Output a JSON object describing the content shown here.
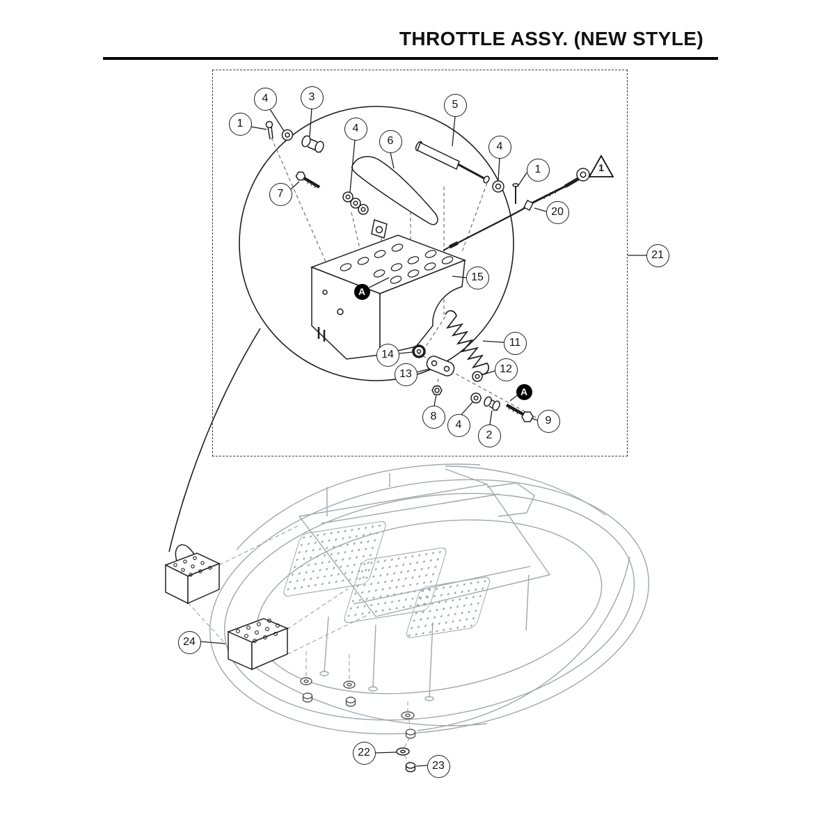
{
  "title": "THROTTLE ASSY. (NEW STYLE)",
  "warning": {
    "label": "1"
  },
  "badges": [
    {
      "label": "A"
    },
    {
      "label": "A"
    }
  ],
  "callouts": [
    {
      "label": "1"
    },
    {
      "label": "4"
    },
    {
      "label": "3"
    },
    {
      "label": "4"
    },
    {
      "label": "6"
    },
    {
      "label": "5"
    },
    {
      "label": "4"
    },
    {
      "label": "1"
    },
    {
      "label": "7"
    },
    {
      "label": "20"
    },
    {
      "label": "21"
    },
    {
      "label": "15"
    },
    {
      "label": "11"
    },
    {
      "label": "14"
    },
    {
      "label": "13"
    },
    {
      "label": "12"
    },
    {
      "label": "8"
    },
    {
      "label": "4"
    },
    {
      "label": "2"
    },
    {
      "label": "9"
    },
    {
      "label": "24"
    },
    {
      "label": "22"
    },
    {
      "label": "23"
    }
  ]
}
